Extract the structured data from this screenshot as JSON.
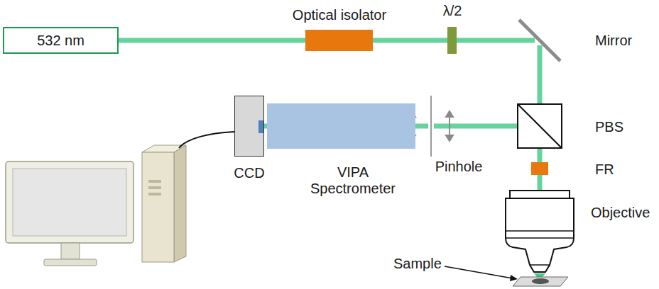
{
  "diagram": {
    "nodes": [
      {
        "text": [
          "532 nm"
        ]
      },
      {
        "text": [
          "Optical isolator"
        ]
      },
      {
        "text": [
          "λ/2"
        ]
      },
      {
        "text": [
          "Mirror"
        ]
      },
      {
        "text": [
          "PBS"
        ]
      },
      {
        "text": [
          "FR"
        ]
      },
      {
        "text": [
          "Objective"
        ]
      },
      {
        "text": [
          "Sample"
        ]
      },
      {
        "text": [
          "Pinhole"
        ]
      },
      {
        "text": [
          "VIPA Spectrometer"
        ]
      },
      {
        "text": [
          "CCD"
        ]
      }
    ],
    "edges": [
      {
        "from": 0,
        "to": 1,
        "arrow": "none"
      },
      {
        "from": 1,
        "to": 2,
        "arrow": "none"
      },
      {
        "from": 2,
        "to": 3,
        "arrow": "none"
      },
      {
        "from": 3,
        "to": 4,
        "arrow": "none"
      },
      {
        "from": 4,
        "to": 5,
        "arrow": "none"
      },
      {
        "from": 5,
        "to": 6,
        "arrow": "none"
      },
      {
        "from": 6,
        "to": 7,
        "arrow": "none"
      },
      {
        "from": 4,
        "to": 8,
        "arrow": "none"
      },
      {
        "from": 8,
        "to": 9,
        "arrow": "none"
      },
      {
        "from": 9,
        "to": 10,
        "arrow": "none"
      }
    ]
  }
}
